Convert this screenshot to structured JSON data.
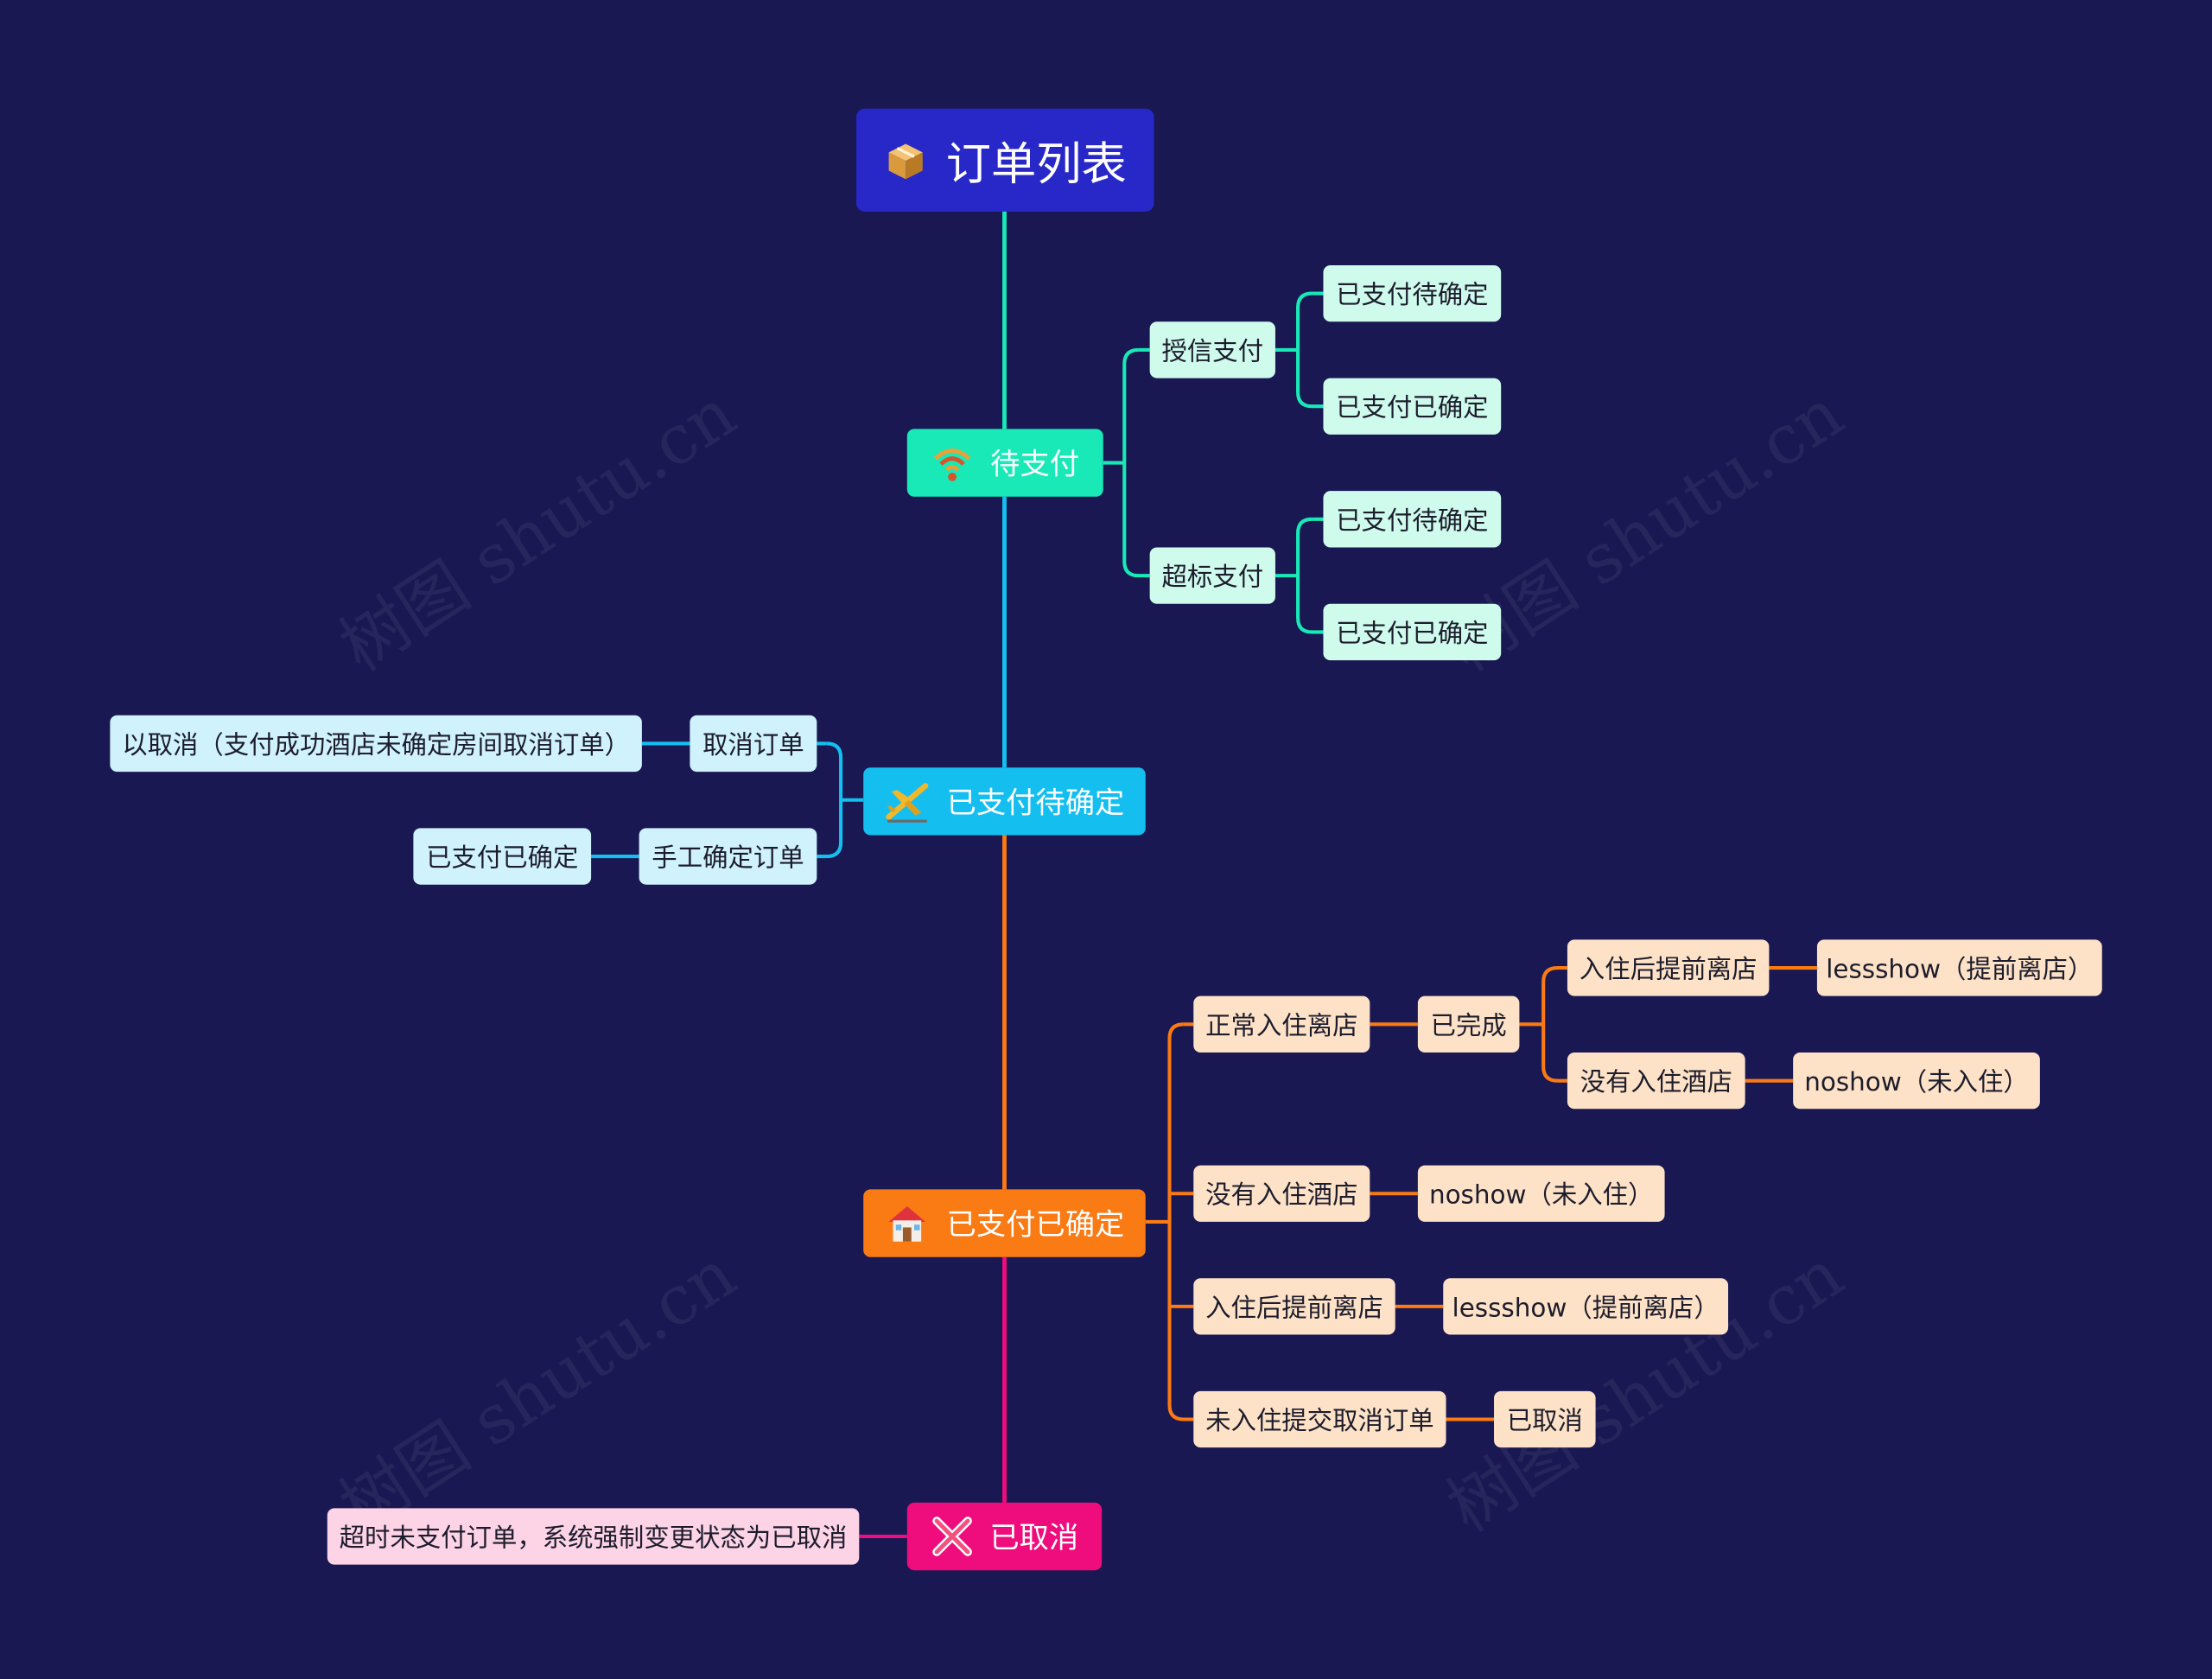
{
  "root": {
    "label": "订单列表",
    "icon": "package-icon"
  },
  "branches": [
    {
      "id": "pending",
      "label": "待支付",
      "icon": "wifi-icon",
      "color": "#19e8b7",
      "children": [
        {
          "label": "授信支付",
          "children": [
            {
              "label": "已支付待确定"
            },
            {
              "label": "已支付已确定"
            }
          ]
        },
        {
          "label": "超标支付",
          "children": [
            {
              "label": "已支付待确定"
            },
            {
              "label": "已支付已确定"
            }
          ]
        }
      ]
    },
    {
      "id": "paid-unconfirmed",
      "label": "已支付待确定",
      "icon": "airplane-icon",
      "color": "#14bff0",
      "children": [
        {
          "label": "取消订单",
          "children": [
            {
              "label": "以取消（支付成功酒店未确定房间取消订单）"
            }
          ]
        },
        {
          "label": "手工确定订单",
          "children": [
            {
              "label": "已支付已确定"
            }
          ]
        }
      ]
    },
    {
      "id": "paid-confirmed",
      "label": "已支付已确定",
      "icon": "house-icon",
      "color": "#fa7a14",
      "children": [
        {
          "label": "正常入住离店",
          "children": [
            {
              "label": "已完成",
              "children": [
                {
                  "label": "入住后提前离店",
                  "children": [
                    {
                      "label": "lessshow（提前离店）"
                    }
                  ]
                },
                {
                  "label": "没有入住酒店",
                  "children": [
                    {
                      "label": "noshow（未入住）"
                    }
                  ]
                }
              ]
            }
          ]
        },
        {
          "label": "没有入住酒店",
          "children": [
            {
              "label": "noshow（未入住）"
            }
          ]
        },
        {
          "label": "入住后提前离店",
          "children": [
            {
              "label": "lessshow（提前离店）"
            }
          ]
        },
        {
          "label": "未入住提交取消订单",
          "children": [
            {
              "label": "已取消"
            }
          ]
        }
      ]
    },
    {
      "id": "cancelled",
      "label": "已取消",
      "icon": "cross-icon",
      "color": "#ef0c7c",
      "children": [
        {
          "label": "超时未支付订单，系统强制变更状态为已取消"
        }
      ]
    }
  ],
  "watermark": "树图 shutu.cn"
}
